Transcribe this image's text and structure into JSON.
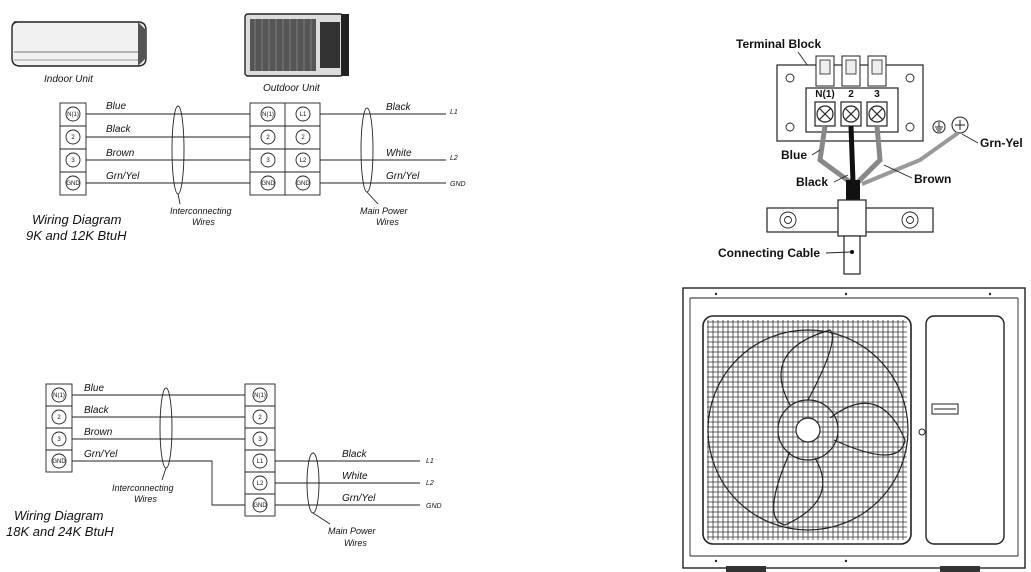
{
  "diagram_top": {
    "indoor_unit": "Indoor Unit",
    "outdoor_unit": "Outdoor Unit",
    "terminals_left": [
      "N(1)",
      "2",
      "3",
      "GND"
    ],
    "terminals_outdoor_a": [
      "N(1)",
      "2",
      "3",
      "GND"
    ],
    "terminals_outdoor_b": [
      "L1",
      "2",
      "L2",
      "GND"
    ],
    "wire_left": [
      "Blue",
      "Black",
      "Brown",
      "Grn/Yel"
    ],
    "wire_right": [
      "Black",
      "",
      "White",
      "Grn/Yel"
    ],
    "line_tags": [
      "L1",
      "L2",
      "GND"
    ],
    "interconnecting": [
      "Interconnecting",
      "Wires"
    ],
    "main_power": [
      "Main Power",
      "Wires"
    ],
    "title": [
      "Wiring Diagram",
      "9K and 12K BtuH"
    ]
  },
  "diagram_bottom": {
    "terminals_left": [
      "N(1)",
      "2",
      "3",
      "GND"
    ],
    "terminals_right": [
      "N(1)",
      "2",
      "3",
      "L1",
      "L2",
      "GND"
    ],
    "wire_left": [
      "Blue",
      "Black",
      "Brown",
      "Grn/Yel"
    ],
    "wire_right": [
      "Black",
      "White",
      "Grn/Yel"
    ],
    "line_tags": [
      "L1",
      "L2",
      "GND"
    ],
    "interconnecting": [
      "Interconnecting",
      "Wires"
    ],
    "main_power": [
      "Main Power",
      "Wires"
    ],
    "title": [
      "Wiring Diagram",
      "18K and 24K BtuH"
    ]
  },
  "terminal_block": {
    "title": "Terminal Block",
    "terminals": [
      "N(1)",
      "2",
      "3"
    ],
    "blue": "Blue",
    "black": "Black",
    "brown": "Brown",
    "grn_yel": "Grn-Yel",
    "connecting_cable": "Connecting Cable"
  },
  "outdoor_unit_drawing": {
    "icon": "outdoor-condenser-unit-icon"
  }
}
